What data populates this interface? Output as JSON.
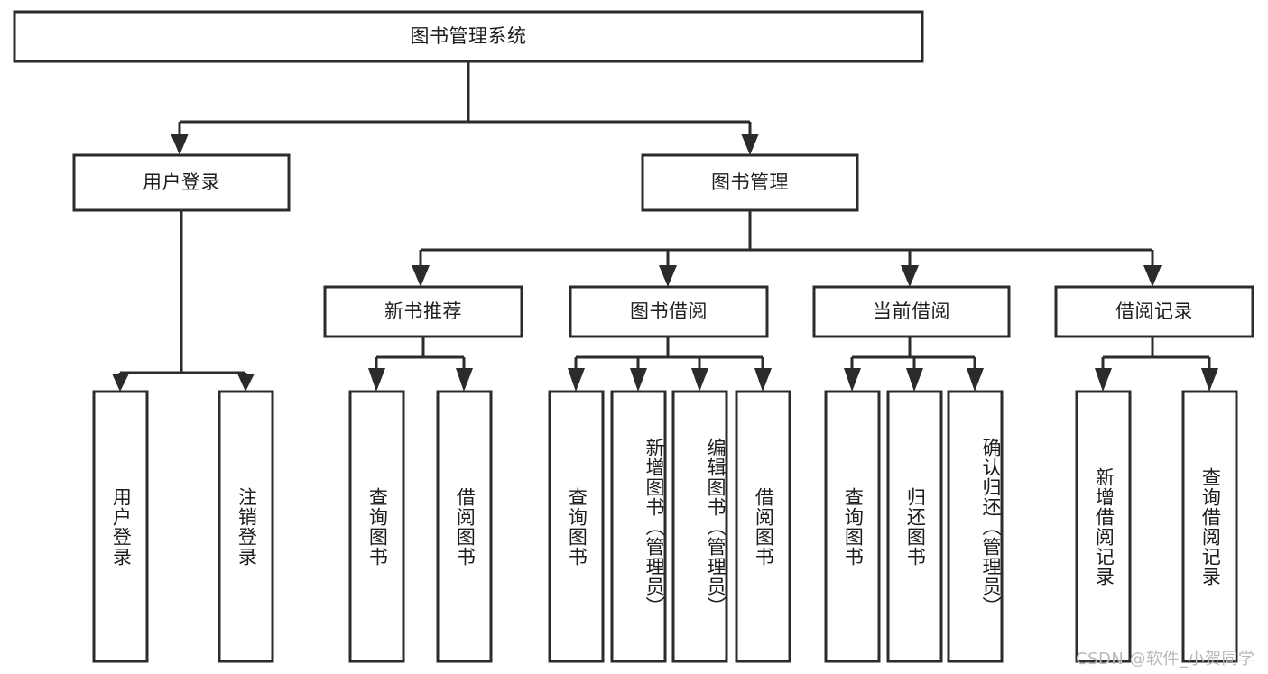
{
  "diagram": {
    "title": "图书管理系统",
    "watermark": "CSDN @软件_小贺同学",
    "colors": {
      "stroke": "#2b2b2b",
      "background": "#ffffff",
      "text": "#1d1d1d",
      "watermark": "#b9b9b9"
    },
    "root": {
      "label": "图书管理系统"
    },
    "level2": [
      {
        "label": "用户登录"
      },
      {
        "label": "图书管理"
      }
    ],
    "level3": [
      {
        "label": "新书推荐"
      },
      {
        "label": "图书借阅"
      },
      {
        "label": "当前借阅"
      },
      {
        "label": "借阅记录"
      }
    ],
    "leaves": {
      "user_login": [
        {
          "label": "用户登录"
        },
        {
          "label": "注销登录"
        }
      ],
      "new_book": [
        {
          "label": "查询图书"
        },
        {
          "label": "借阅图书"
        }
      ],
      "book_borrow": [
        {
          "label": "查询图书"
        },
        {
          "label": "新增图书（管理员）"
        },
        {
          "label": "编辑图书（管理员）"
        },
        {
          "label": "借阅图书"
        }
      ],
      "current_borrow": [
        {
          "label": "查询图书"
        },
        {
          "label": "归还图书"
        },
        {
          "label": "确认归还（管理员）"
        }
      ],
      "borrow_record": [
        {
          "label": "新增借阅记录"
        },
        {
          "label": "查询借阅记录"
        }
      ]
    }
  }
}
